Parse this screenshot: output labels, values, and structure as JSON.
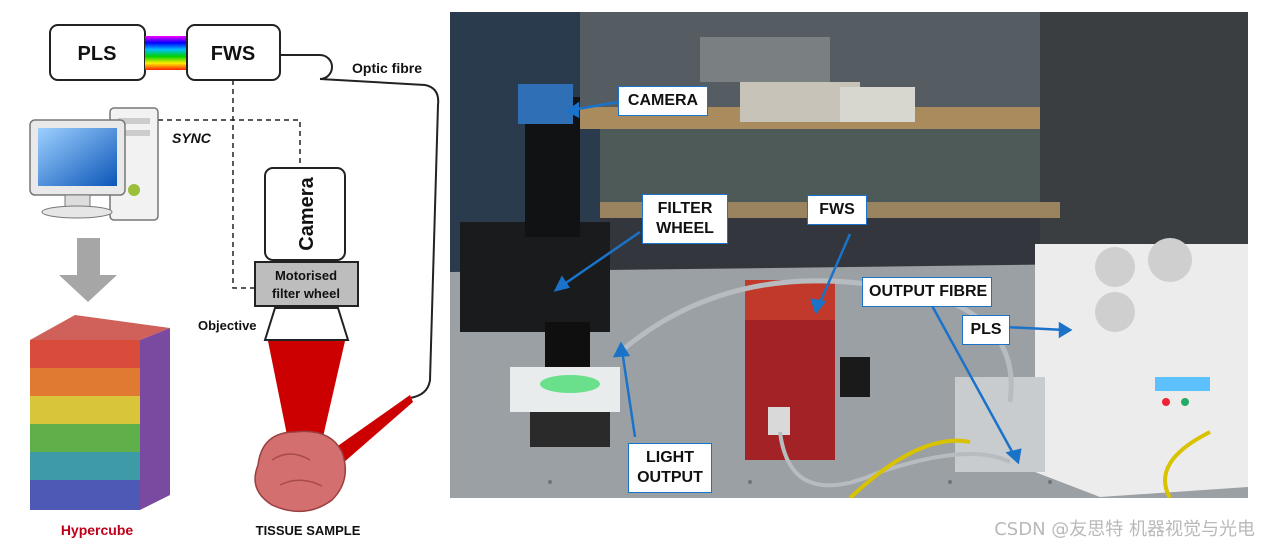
{
  "schematic": {
    "pls_label": "PLS",
    "fws_label": "FWS",
    "optic_fibre_label": "Optic fibre",
    "sync_label": "SYNC",
    "camera_label": "Camera",
    "filter_wheel_line1": "Motorised",
    "filter_wheel_line2": "filter wheel",
    "objective_label": "Objective",
    "hypercube_label": "Hypercube",
    "tissue_label": "TISSUE SAMPLE"
  },
  "photo": {
    "callouts": {
      "camera": "CAMERA",
      "filter_wheel_line1": "FILTER",
      "filter_wheel_line2": "WHEEL",
      "fws": "FWS",
      "output_fibre": "OUTPUT FIBRE",
      "pls": "PLS",
      "light_output_line1": "LIGHT",
      "light_output_line2": "OUTPUT"
    },
    "colors": {
      "callout_border": "#1a73c9",
      "arrow": "#1a73c9"
    }
  },
  "watermark": "CSDN @友思特 机器视觉与光电",
  "colors": {
    "hypercube_label": "#c0001a",
    "beam": "#cc0000",
    "tissue": "#d46f6f"
  }
}
